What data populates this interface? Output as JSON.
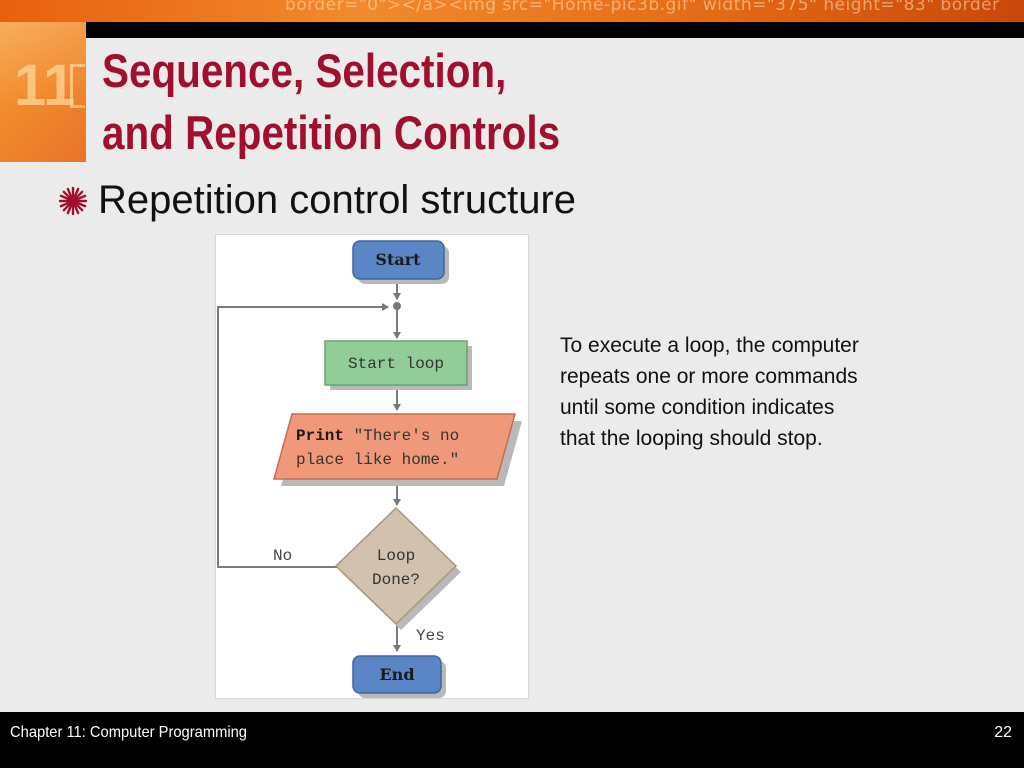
{
  "header": {
    "background_code_text": "border=\"0\"></a><img src=\"Home-pic3b.gif\" width=\"375\" height=\"83\" border",
    "chapter_number": "11"
  },
  "slide": {
    "title_line1": "Sequence, Selection,",
    "title_line2": "and Repetition Controls",
    "bullet": "Repetition control structure"
  },
  "flowchart": {
    "start": "Start",
    "start_loop": "Start loop",
    "print_keyword": "Print",
    "print_line1_rest": " \"There's no",
    "print_line2": "place like home.\"",
    "decision_line1": "Loop",
    "decision_line2": "Done?",
    "no_label": "No",
    "yes_label": "Yes",
    "end": "End"
  },
  "description": {
    "line1": "To execute a loop, the computer",
    "line2": "repeats one or more commands",
    "line3": "until some condition indicates",
    "line4": "that the looping should stop."
  },
  "footer": {
    "chapter_label": "Chapter 11: Computer Programming",
    "page_number": "22"
  },
  "colors": {
    "title": "#a0102e",
    "accent_orange": "#f28a2b",
    "terminal_blue": "#5b86c6",
    "process_green": "#92cc98",
    "io_salmon": "#f0987a",
    "decision_tan": "#d2c1ae"
  }
}
